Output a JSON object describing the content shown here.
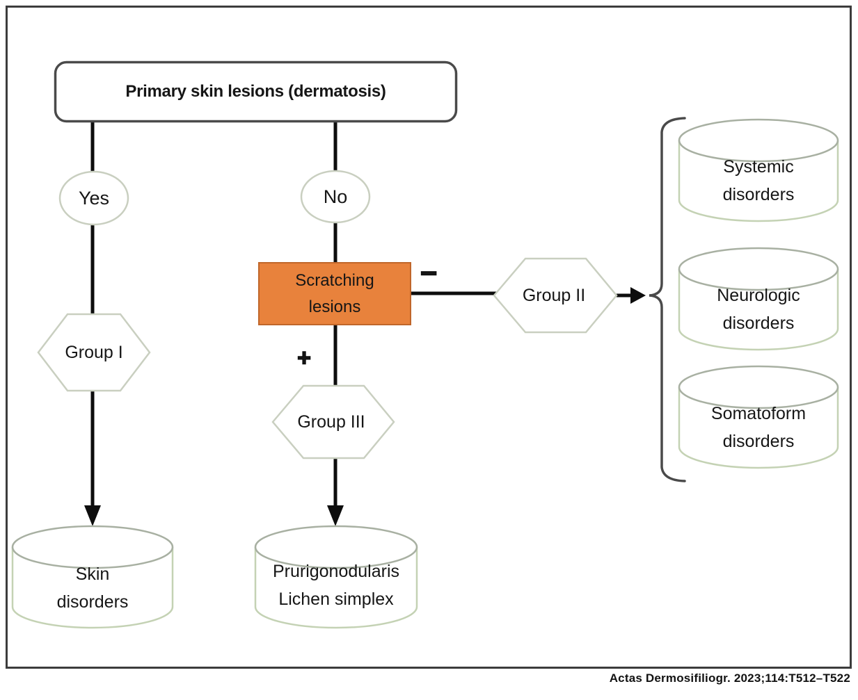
{
  "figure": {
    "caption": "Actas Dermosifiliogr. 2023;114:T512–T522"
  },
  "flowchart": {
    "root": {
      "label": "Primary skin lesions (dermatosis)"
    },
    "yes": {
      "label": "Yes"
    },
    "no": {
      "label": "No"
    },
    "scratching": {
      "line1": "Scratching",
      "line2": "lesions"
    },
    "group_i": {
      "label": "Group I"
    },
    "group_ii": {
      "label": "Group II"
    },
    "group_iii": {
      "label": "Group III"
    },
    "operators": {
      "minus": "−",
      "plus": "+"
    },
    "skin": {
      "line1": "Skin",
      "line2": "disorders"
    },
    "prurigo": {
      "line1": "Prurigonodularis",
      "line2": "Lichen simplex"
    },
    "systemic": {
      "line1": "Systemic",
      "line2": "disorders"
    },
    "neurologic": {
      "line1": "Neurologic",
      "line2": "disorders"
    },
    "somatoform": {
      "line1": "Somatoform",
      "line2": "disorders"
    }
  },
  "colors": {
    "line_color": "#0d0d0d",
    "frame_border": "#3c3c3c",
    "accent_orange": "#e8823c",
    "accent_orange_border": "#c0662a",
    "shape_stroke": "#c9cfc0",
    "cylinder_stroke": "#c4d2b4",
    "cylinder_rim_stroke": "#a8b0a2"
  }
}
